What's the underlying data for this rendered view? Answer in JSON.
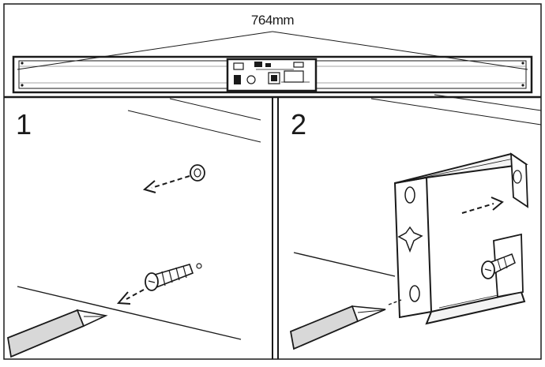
{
  "dimension": {
    "length_label": "764mm"
  },
  "steps": [
    {
      "number": "1"
    },
    {
      "number": "2"
    }
  ],
  "colors": {
    "line": "#1a1a1a",
    "background": "#ffffff",
    "panel_fill": "#f4f4f4"
  }
}
